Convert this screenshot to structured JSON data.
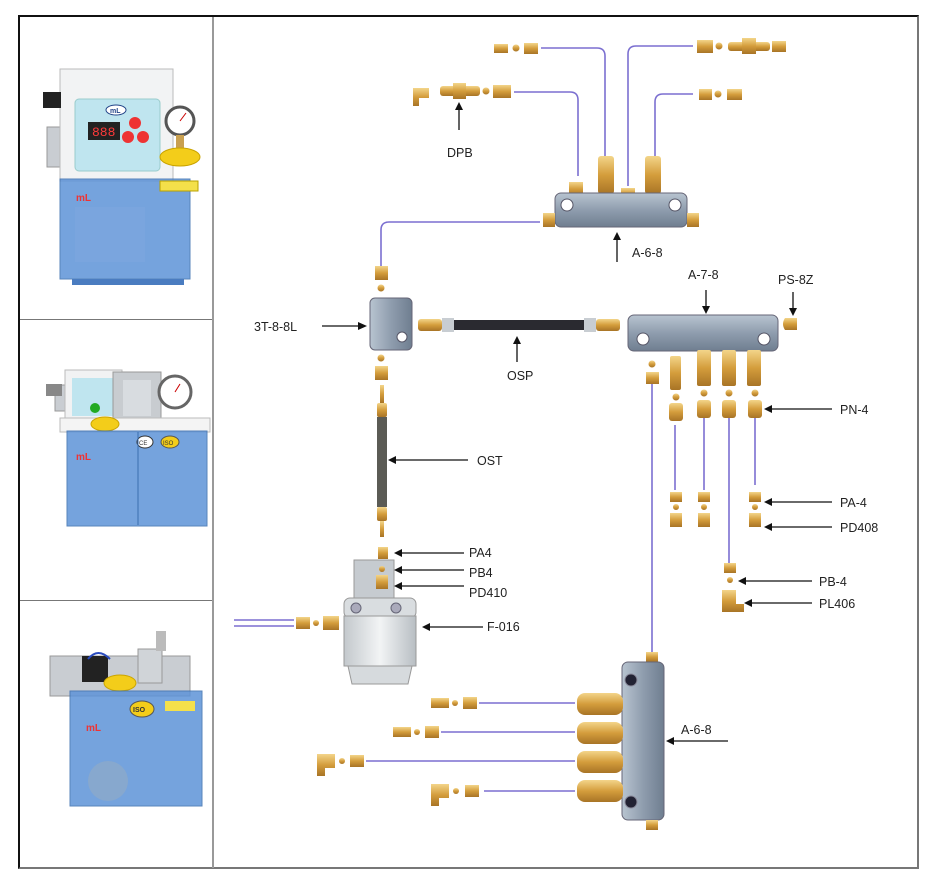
{
  "figure": {
    "type": "exploded-parts-diagram",
    "subject": "centralized lubrication system components"
  },
  "left_panels": [
    {
      "name": "electric-lubrication-pump-digital",
      "display_value": "888",
      "brand_mark": "mL"
    },
    {
      "name": "electric-lubrication-pump-motor",
      "brand_mark": "mL",
      "badges": [
        "CE",
        "ISO"
      ]
    },
    {
      "name": "pneumatic-lubrication-pump",
      "brand_mark": "mL",
      "badges": [
        "ISO"
      ]
    }
  ],
  "labels": {
    "dpb": "DPB",
    "a68_top": "A-6-8",
    "a78": "A-7-8",
    "ps8z": "PS-8Z",
    "t388l": "3T-8-8L",
    "osp": "OSP",
    "ost": "OST",
    "pn4": "PN-4",
    "pa4_right": "PA-4",
    "pd408": "PD408",
    "pb4_right": "PB-4",
    "pl406": "PL406",
    "pa4": "PA4",
    "pb4": "PB4",
    "pd410": "PD410",
    "f016": "F-016",
    "a68_bottom": "A-6-8"
  },
  "colors": {
    "tube": "#7b6fd0",
    "brass": "#d8a94e",
    "aluminum": "#9aa7b6",
    "hose": "#2a2a30",
    "pump_tank": "#5d93d8"
  }
}
